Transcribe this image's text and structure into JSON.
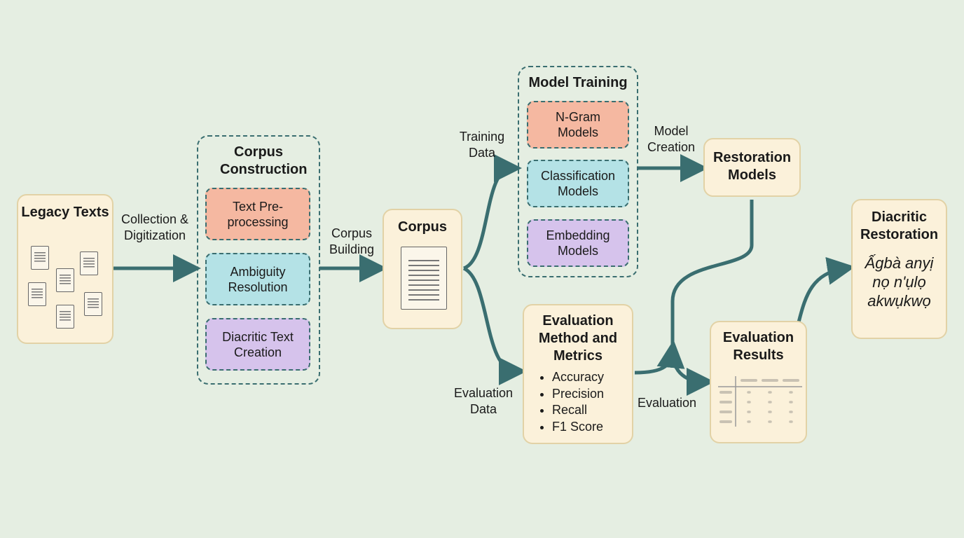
{
  "nodes": {
    "legacy": {
      "title": "Legacy Texts"
    },
    "corpus_construction": {
      "title": "Corpus Construction",
      "items": [
        "Text Pre-processing",
        "Ambiguity Resolution",
        "Diacritic Text Creation"
      ]
    },
    "corpus": {
      "title": "Corpus"
    },
    "model_training": {
      "title": "Model Training",
      "items": [
        "N-Gram Models",
        "Classification Models",
        "Embedding Models"
      ]
    },
    "restoration_models": {
      "title": "Restoration Models"
    },
    "evaluation_method": {
      "title": "Evaluation Method and Metrics",
      "metrics": [
        "Accuracy",
        "Precision",
        "Recall",
        "F1 Score"
      ]
    },
    "evaluation_results": {
      "title": "Evaluation Results"
    },
    "diacritic_restoration": {
      "title": "Diacritic Restoration",
      "example": "Ấgbà anyị nọ n'ụlọ akwụkwọ"
    }
  },
  "edges": {
    "collection": "Collection & Digitization",
    "corpus_building": "Corpus Building",
    "training_data": "Training Data",
    "evaluation_data": "Evaluation Data",
    "model_creation": "Model Creation",
    "evaluation": "Evaluation"
  },
  "colors": {
    "accent": "#3a6e70",
    "box": "#fbf1da",
    "salmon": "#f5b8a1",
    "cyan": "#b4e2e6",
    "lavender": "#d6c3ec"
  }
}
